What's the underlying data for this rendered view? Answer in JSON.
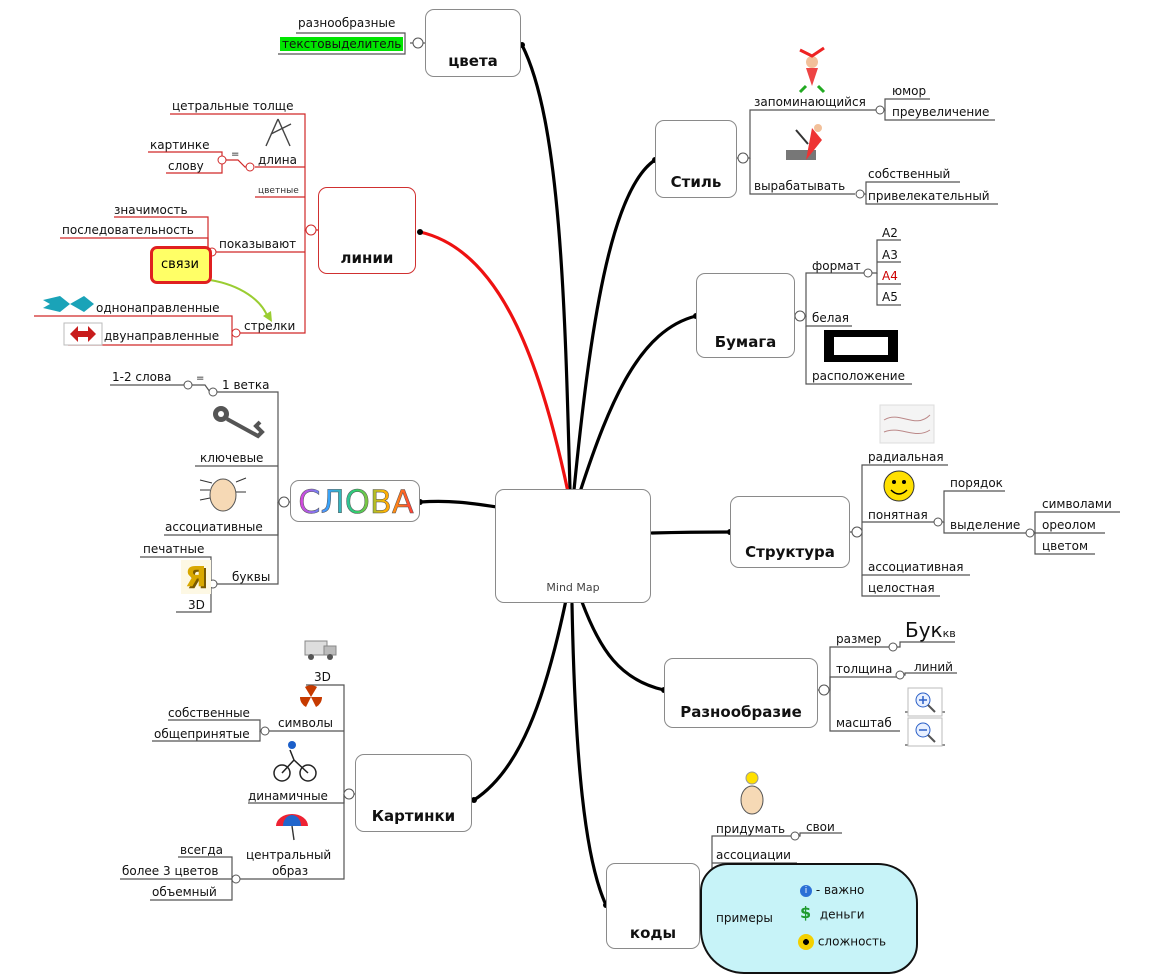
{
  "central": {
    "title": "Mind Map"
  },
  "branches": {
    "colors": {
      "title": "цвета",
      "items": [
        "разнообразные",
        "текстовыделитель"
      ]
    },
    "lines": {
      "title": "линии",
      "thick": "цетральные толще",
      "length": "длина",
      "length_items": [
        "картинке",
        "слову"
      ],
      "equals": "=",
      "colored": "цветные",
      "shows": "показывают",
      "shows_items": [
        "значимость",
        "последовательность",
        "связи"
      ],
      "arrows": "стрелки",
      "arrows_items": [
        "однонаправленные",
        "двунаправленные"
      ]
    },
    "words": {
      "title": "СЛОВА",
      "one_branch": "1 ветка",
      "one_two": "1-2 слова",
      "equals": "=",
      "key": "ключевые",
      "assoc": "ассоциативные",
      "letters": "буквы",
      "printed": "печатные",
      "three_d": "3D",
      "glyph": "Я"
    },
    "pictures": {
      "title": "Картинки",
      "three_d": "3D",
      "symbols": "символы",
      "symbols_items": [
        "собственные",
        "общепринятые"
      ],
      "dynamic": "динамичные",
      "central_line1": "центральный",
      "central_line2": "образ",
      "central_items": [
        "всегда",
        "более 3 цветов",
        "объемный"
      ]
    },
    "style": {
      "title": "Стиль",
      "memorable": "запоминающийся",
      "memorable_items": [
        "юмор",
        "преувеличение"
      ],
      "develop": "вырабатывать",
      "develop_items": [
        "собственный",
        "привелекательный"
      ]
    },
    "paper": {
      "title": "Бумага",
      "format": "формат",
      "formats": [
        "А2",
        "А3",
        "А4",
        "А5"
      ],
      "white": "белая",
      "layout": "расположение"
    },
    "structure": {
      "title": "Структура",
      "radial": "радиальная",
      "clear": "понятная",
      "order": "порядок",
      "emphasis": "выделение",
      "emphasis_items": [
        "символами",
        "ореолом",
        "цветом"
      ],
      "associative": "ассоциативная",
      "whole": "целостная"
    },
    "variety": {
      "title": "Разнообразие",
      "size": "размер",
      "size_word_main": "Бук",
      "size_word_sub": "кв",
      "thickness": "толщина",
      "lines_word": "линий",
      "scale": "масштаб"
    },
    "codes": {
      "title": "коды",
      "invent": "придумать",
      "own": "свои",
      "associations": "ассоциации",
      "examples": "примеры",
      "examples_items": [
        "- важно",
        "деньги",
        "сложность"
      ]
    }
  },
  "colors_palette": {
    "red": "#e11",
    "black": "#000",
    "gray": "#8a8a8a"
  }
}
